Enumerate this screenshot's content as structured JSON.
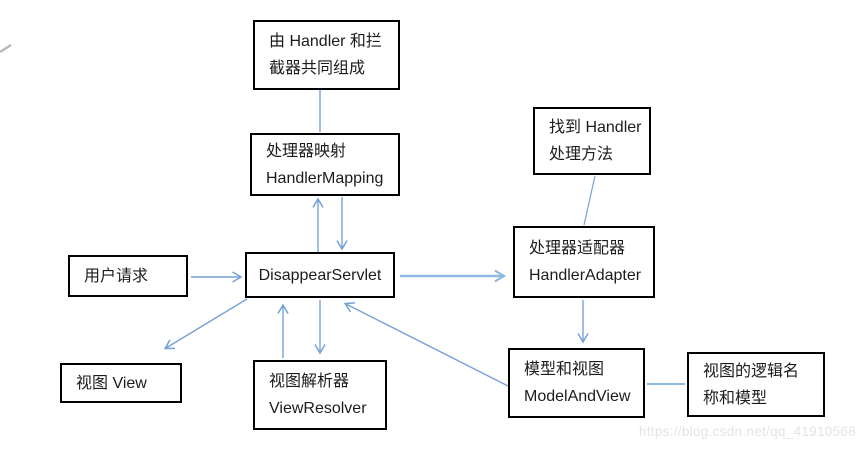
{
  "diagram": {
    "title_hint": "Spring MVC DispatcherServlet flow diagram",
    "colors": {
      "arrow_blue": "#74a2d8",
      "arrow_blue_light": "#8fbadf",
      "box_border": "#000000",
      "background": "#ffffff",
      "watermark_gray": "#e4e4e4"
    },
    "nodes": {
      "composed": {
        "lines": [
          "由 Handler 和拦",
          "截器共同组成"
        ]
      },
      "handler_mapping": {
        "lines": [
          "处理器映射",
          "HandlerMapping"
        ]
      },
      "find_handler": {
        "lines": [
          "找到 Handler",
          "处理方法"
        ]
      },
      "disappear_servlet": {
        "lines": [
          "DisappearServlet"
        ]
      },
      "handler_adapter": {
        "lines": [
          "处理器适配器",
          "HandlerAdapter"
        ]
      },
      "user_request": {
        "lines": [
          "用户请求"
        ]
      },
      "view": {
        "lines": [
          "视图 View"
        ]
      },
      "view_resolver": {
        "lines": [
          "视图解析器",
          "ViewResolver"
        ]
      },
      "model_and_view": {
        "lines": [
          "模型和视图",
          "ModelAndView"
        ]
      },
      "logical_name": {
        "lines": [
          "视图的逻辑名",
          "称和模型"
        ]
      }
    },
    "watermark": "https://blog.csdn.net/qq_41910568"
  }
}
